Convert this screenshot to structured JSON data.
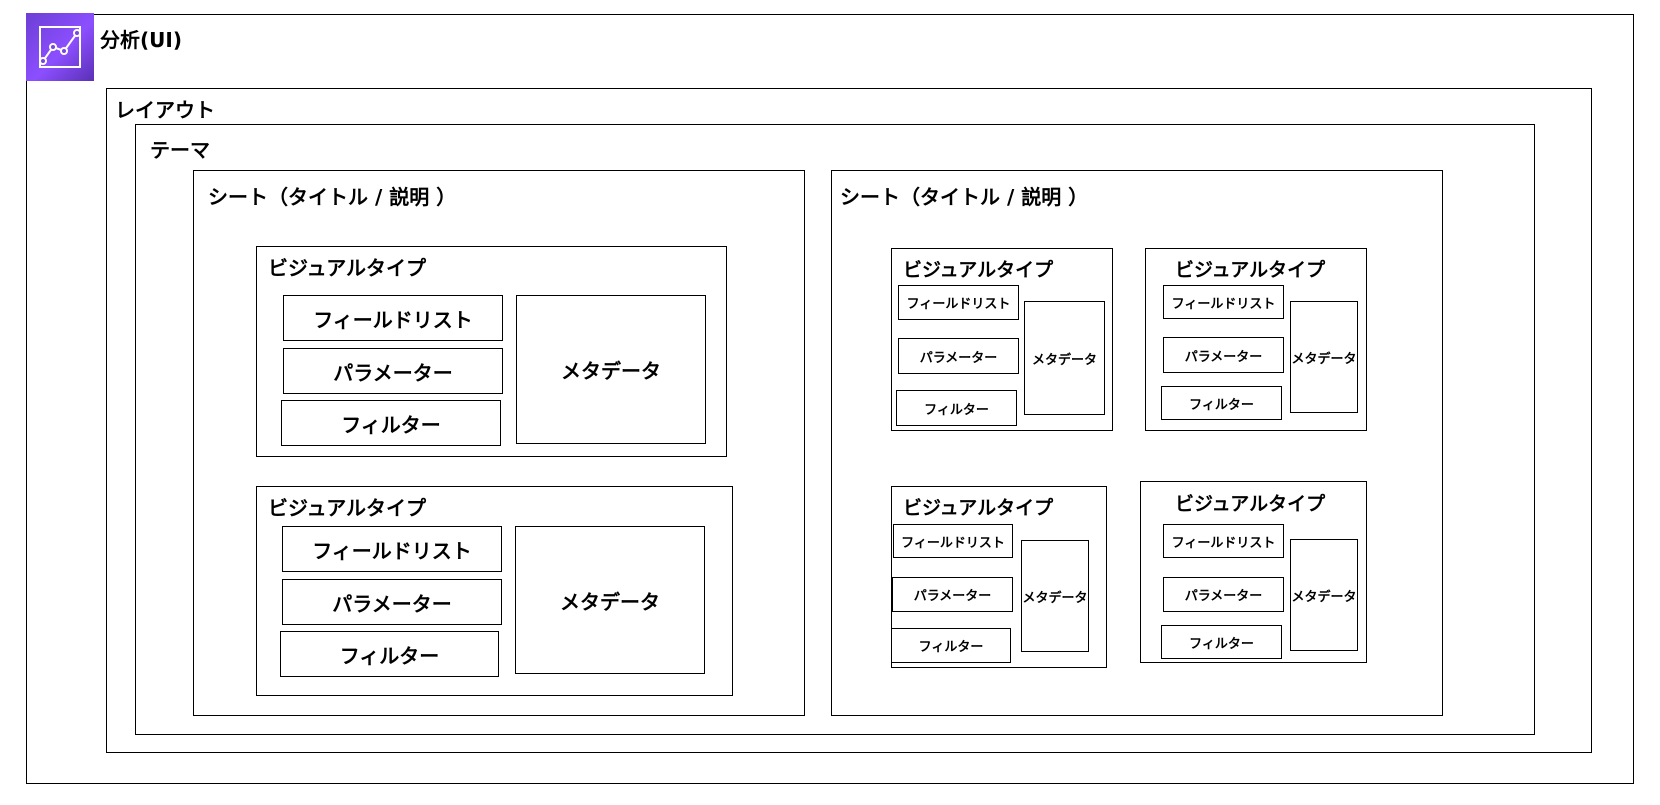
{
  "analysis": {
    "label": "分析(UI)",
    "icon": "analytics-chart-icon",
    "icon_color": "#7b45e0"
  },
  "layout": {
    "label": "レイアウト"
  },
  "theme": {
    "label": "テーマ"
  },
  "sheets": [
    {
      "label": "シート（タイトル / 説明 ）",
      "visuals": [
        {
          "label": "ビジュアルタイプ",
          "field_list": "フィールドリスト",
          "parameter": "パラメーター",
          "filter": "フィルター",
          "metadata": "メタデータ"
        },
        {
          "label": "ビジュアルタイプ",
          "field_list": "フィールドリスト",
          "parameter": "パラメーター",
          "filter": "フィルター",
          "metadata": "メタデータ"
        }
      ]
    },
    {
      "label": "シート（タイトル / 説明 ）",
      "visuals": [
        {
          "label": "ビジュアルタイプ",
          "field_list": "フィールドリスト",
          "parameter": "パラメーター",
          "filter": "フィルター",
          "metadata": "メタデータ"
        },
        {
          "label": "ビジュアルタイプ",
          "field_list": "フィールドリスト",
          "parameter": "パラメーター",
          "filter": "フィルター",
          "metadata": "メタデータ"
        },
        {
          "label": "ビジュアルタイプ",
          "field_list": "フィールドリスト",
          "parameter": "パラメーター",
          "filter": "フィルター",
          "metadata": "メタデータ"
        },
        {
          "label": "ビジュアルタイプ",
          "field_list": "フィールドリスト",
          "parameter": "パラメーター",
          "filter": "フィルター",
          "metadata": "メタデータ"
        }
      ]
    }
  ]
}
